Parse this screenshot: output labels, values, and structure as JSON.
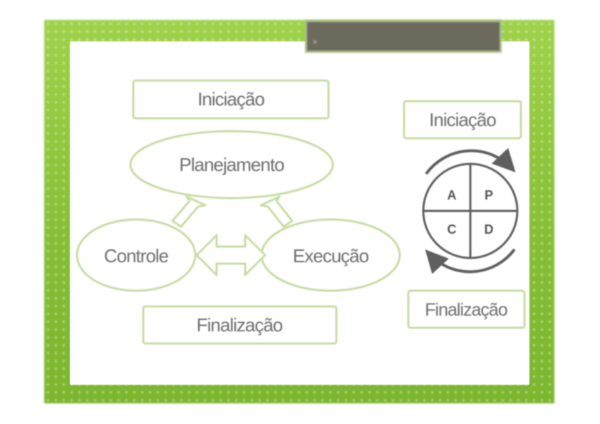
{
  "slide": {
    "title_bar_text": "",
    "title_marker": "»"
  },
  "left_diagram": {
    "top_box": "Iniciação",
    "center_ellipse": "Planejamento",
    "left_ellipse": "Controle",
    "right_ellipse": "Execução",
    "bottom_box": "Finalização"
  },
  "right_diagram": {
    "top_box": "Iniciação",
    "bottom_box": "Finalização",
    "cycle_quadrants": {
      "top_left": "A",
      "top_right": "P",
      "bottom_left": "C",
      "bottom_right": "D"
    }
  },
  "colors": {
    "frame_green": "#8cc43c",
    "outline_green": "#c9dca6",
    "title_bar": "#6b6a5c",
    "label_gray": "#6e6e6e"
  }
}
